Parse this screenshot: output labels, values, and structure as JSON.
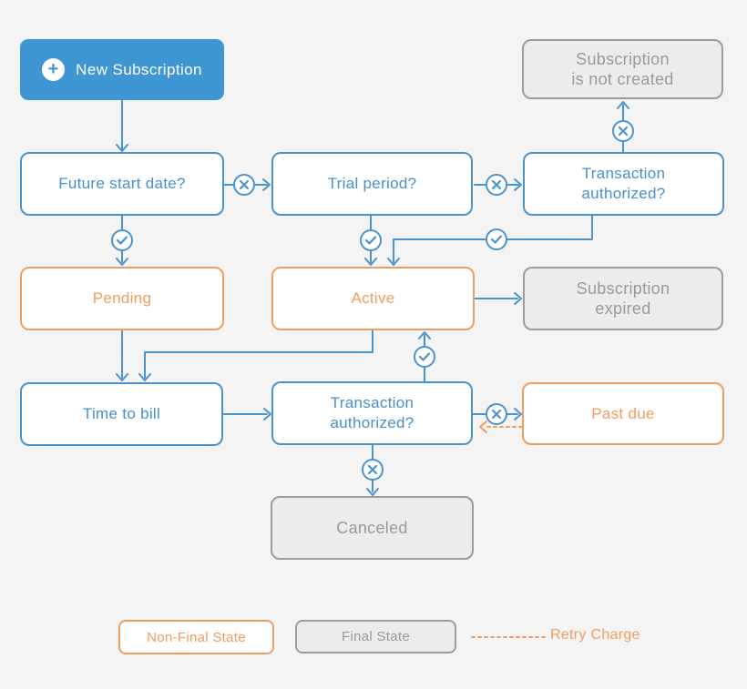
{
  "diagram": {
    "nodes": {
      "new_subscription": {
        "label": "New Subscription"
      },
      "subscription_not_created": {
        "label": "Subscription\nis not created"
      },
      "future_start_date": {
        "label": "Future start date?"
      },
      "trial_period": {
        "label": "Trial period?"
      },
      "transaction_authorized_top": {
        "label": "Transaction\nauthorized?"
      },
      "pending": {
        "label": "Pending"
      },
      "active": {
        "label": "Active"
      },
      "subscription_expired": {
        "label": "Subscription\nexpired"
      },
      "time_to_bill": {
        "label": "Time to bill"
      },
      "transaction_authorized_bottom": {
        "label": "Transaction\nauthorized?"
      },
      "past_due": {
        "label": "Past due"
      },
      "canceled": {
        "label": "Canceled"
      }
    },
    "legend": {
      "non_final_label": "Non-Final State",
      "final_label": "Final State",
      "retry_label": "Retry Charge"
    },
    "icons": {
      "plus": "+",
      "check": "✓",
      "cross": "✕"
    },
    "colors": {
      "background": "#f4f4f4",
      "blue_fill": "#3e96d3",
      "blue_line": "#4a93ce",
      "orange": "#ef9d5f",
      "gray_border": "#9c9c9c",
      "gray_fill": "#ececec",
      "gray_text": "#9a9a9a",
      "white": "#ffffff"
    }
  }
}
